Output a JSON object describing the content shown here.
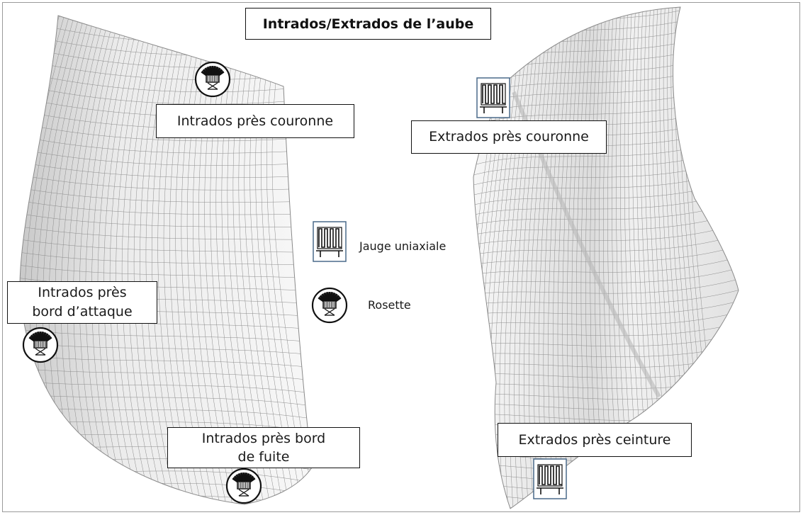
{
  "title": "Intrados/Extrados de l’aube",
  "labels": {
    "intrados_couronne": "Intrados près couronne",
    "extrados_couronne": "Extrados près couronne",
    "intrados_attaque_l1": "Intrados près",
    "intrados_attaque_l2": "bord d’attaque",
    "intrados_fuite_l1": "Intrados près bord",
    "intrados_fuite_l2": "de fuite",
    "extrados_ceinture": "Extrados près ceinture"
  },
  "legend": {
    "uniaxial": "Jauge uniaxiale",
    "rosette": "Rosette"
  },
  "icons": {
    "uniaxial": "uniaxial-gauge-icon",
    "rosette": "rosette-gauge-icon"
  },
  "colors": {
    "mesh_line": "#8c8c8c",
    "surface_light": "#f4f4f4",
    "surface_dark": "#cfcfcf",
    "gauge_border": "#4a6a8a"
  }
}
